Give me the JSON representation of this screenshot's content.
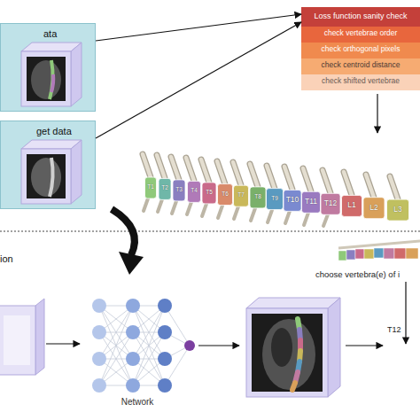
{
  "diagram": {
    "nodes": [
      {
        "text": [
          "ata"
        ]
      },
      {
        "text": [
          "get data"
        ]
      },
      {
        "text": [
          "Loss function sanity check"
        ]
      },
      {
        "text": [
          "check vertebrae order"
        ],
        "in": 2
      },
      {
        "text": [
          "check orthogonal pixels"
        ],
        "in": 2
      },
      {
        "text": [
          "check centroid distance"
        ],
        "in": 2
      },
      {
        "text": [
          "check shifted vertebrae"
        ],
        "in": 2
      },
      {
        "text": [
          "Network"
        ]
      }
    ],
    "edges": [
      {
        "from": 0,
        "to": 2,
        "arrow": "to"
      },
      {
        "from": 1,
        "to": 2,
        "arrow": "to"
      }
    ],
    "labels": [
      "T1",
      "T2",
      "T3",
      "T4",
      "T5",
      "T6",
      "T7",
      "T8",
      "T9",
      "T10",
      "T11",
      "T12",
      "L1",
      "L2",
      "L3",
      "ion",
      "choose vertebra(e) of i",
      "T12"
    ]
  }
}
